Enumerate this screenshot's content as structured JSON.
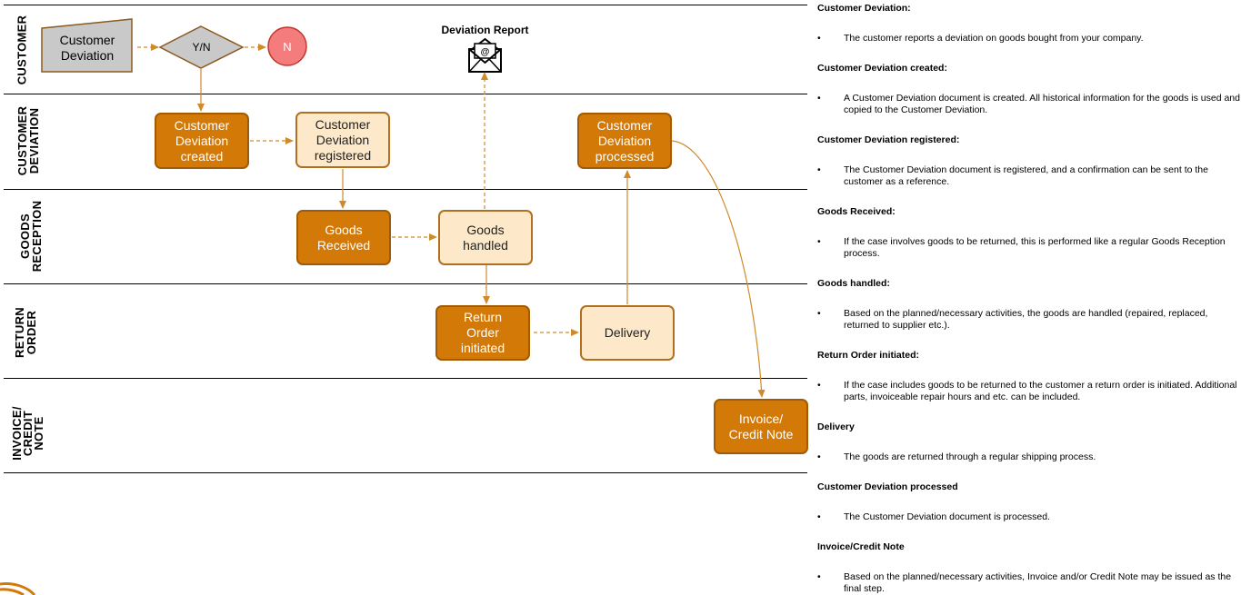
{
  "lanes": [
    {
      "label": "CUSTOMER"
    },
    {
      "label": "CUSTOMER\nDEVIATION"
    },
    {
      "label": "GOODS\nRECEPTION"
    },
    {
      "label": "RETURN\nORDER"
    },
    {
      "label": "INVOICE/\nCREDIT\nNOTE"
    }
  ],
  "start_node": {
    "label": "Customer\nDeviation"
  },
  "decision": {
    "label": "Y/N"
  },
  "end_node": {
    "label": "N"
  },
  "report": {
    "label": "Deviation Report",
    "icon": "envelope-at-icon"
  },
  "nodes": {
    "cd_created": "Customer\nDeviation\ncreated",
    "cd_registered": "Customer\nDeviation\nregistered",
    "cd_processed": "Customer\nDeviation\nprocessed",
    "goods_received": "Goods\nReceived",
    "goods_handled": "Goods\nhandled",
    "return_order": "Return\nOrder\ninitiated",
    "delivery": "Delivery",
    "invoice": "Invoice/\nCredit Note"
  },
  "colors": {
    "dark_fill": "#d37907",
    "light_fill": "#fde9c9",
    "arrow": "#d08a2a",
    "end_fill": "#f47c7c"
  },
  "legend": [
    {
      "heading": "Customer Deviation:",
      "text": "The customer reports a deviation on goods bought from your company."
    },
    {
      "heading": "Customer Deviation created:",
      "text": "A Customer Deviation document is created. All historical information for the goods is used and copied to the Customer Deviation."
    },
    {
      "heading": "Customer Deviation registered:",
      "text": "The Customer Deviation document is registered, and a confirmation can be sent to the customer as a reference."
    },
    {
      "heading": "Goods Received:",
      "text": "If the case involves goods to be returned, this is performed like a regular Goods Reception process."
    },
    {
      "heading": "Goods handled:",
      "text": "Based on the planned/necessary activities, the goods are handled (repaired, replaced, returned to supplier etc.)."
    },
    {
      "heading": "Return Order initiated:",
      "text": "If the case includes goods to be returned to the customer a return order is initiated. Additional parts, invoiceable repair hours and etc. can be included."
    },
    {
      "heading": "Delivery",
      "text": "The goods are returned through a regular shipping process."
    },
    {
      "heading": "Customer Deviation processed",
      "text": "The Customer Deviation document is processed."
    },
    {
      "heading": "Invoice/Credit Note",
      "text": "Based on the planned/necessary activities, Invoice and/or Credit Note may be issued as the final step."
    }
  ],
  "bullet": "•"
}
